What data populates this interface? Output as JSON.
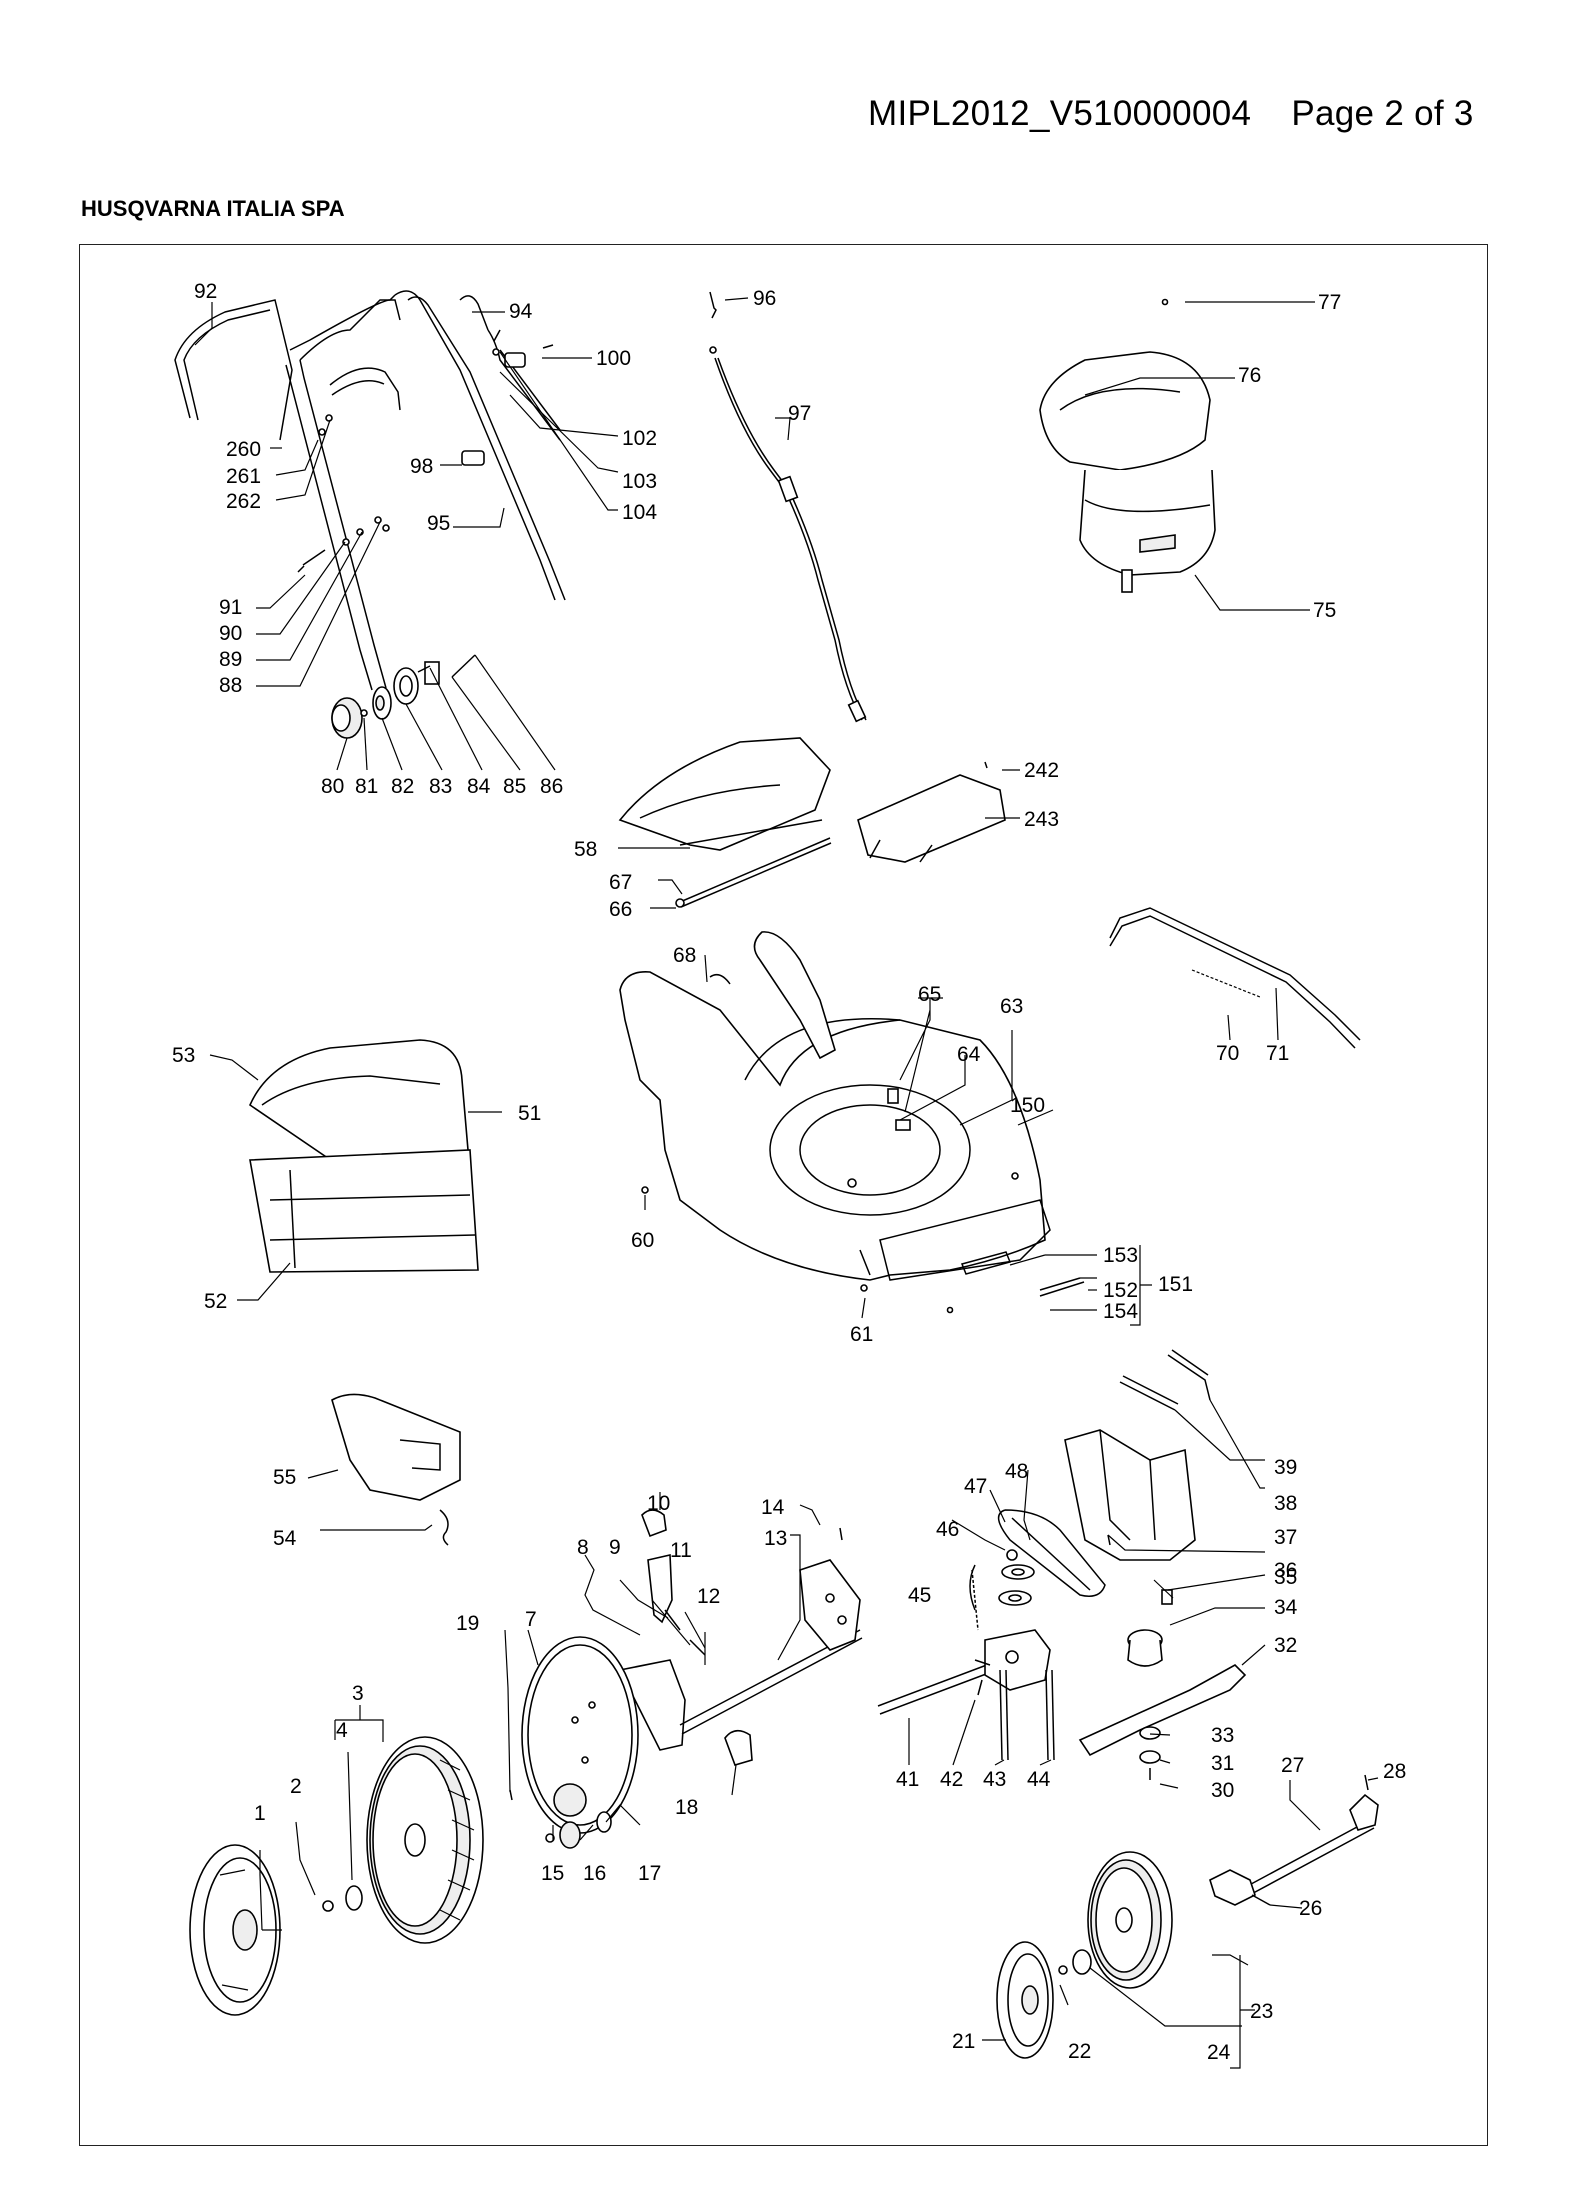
{
  "header": {
    "document_ref": "MIPL2012_V510000004",
    "page": "Page 2 of 3"
  },
  "company": "HUSQVARNA ITALIA SPA",
  "part_labels": {
    "92": "92",
    "94": "94",
    "96": "96",
    "77": "77",
    "100": "100",
    "97": "97",
    "76": "76",
    "260": "260",
    "261": "261",
    "262": "262",
    "102": "102",
    "98": "98",
    "103": "103",
    "104": "104",
    "95": "95",
    "91": "91",
    "90": "90",
    "89": "89",
    "88": "88",
    "75": "75",
    "80": "80",
    "81": "81",
    "82": "82",
    "83": "83",
    "84": "84",
    "85": "85",
    "86": "86",
    "242": "242",
    "243": "243",
    "58": "58",
    "67": "67",
    "66": "66",
    "68": "68",
    "65": "65",
    "63": "63",
    "64": "64",
    "70": "70",
    "71": "71",
    "53": "53",
    "51": "51",
    "150": "150",
    "60": "60",
    "52": "52",
    "153": "153",
    "151": "151",
    "152": "152",
    "154": "154",
    "61": "61",
    "39": "39",
    "55": "55",
    "38": "38",
    "48": "48",
    "47": "47",
    "10": "10",
    "14": "14",
    "13": "13",
    "37": "37",
    "54": "54",
    "46": "46",
    "8": "8",
    "9": "9",
    "11": "11",
    "36": "36",
    "45": "45",
    "35": "35",
    "12": "12",
    "19": "19",
    "7": "7",
    "34": "34",
    "32": "32",
    "3": "3",
    "4": "4",
    "41": "41",
    "42": "42",
    "43": "43",
    "44": "44",
    "33": "33",
    "31": "31",
    "30": "30",
    "18": "18",
    "27": "27",
    "28": "28",
    "1": "1",
    "2": "2",
    "15": "15",
    "16": "16",
    "17": "17",
    "26": "26",
    "23": "23",
    "21": "21",
    "22": "22",
    "24": "24"
  }
}
